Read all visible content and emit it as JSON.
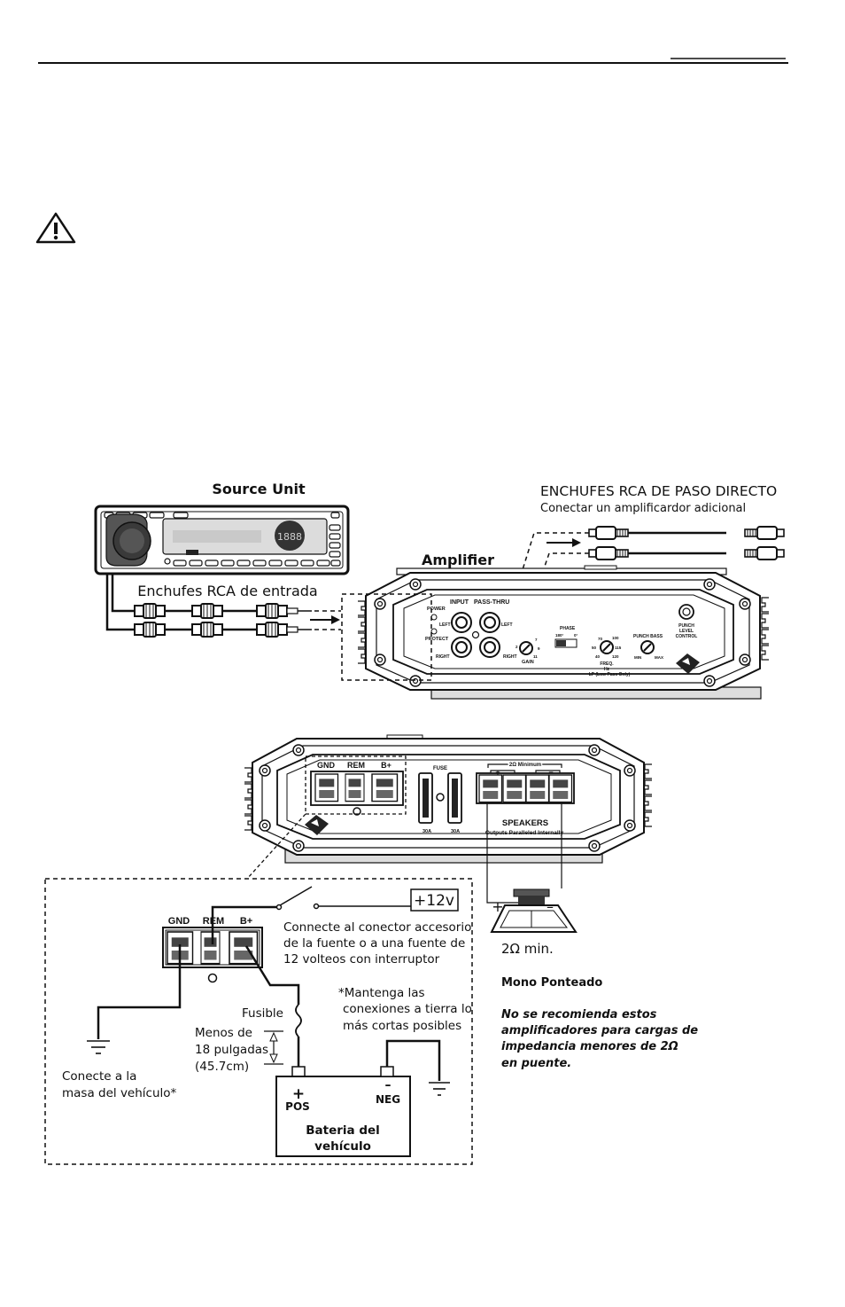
{
  "source_unit": {
    "title": "Source Unit",
    "display_digits": "1888",
    "input_jacks_label": "Enchufes RCA de entrada"
  },
  "pass_thru": {
    "title": "ENCHUFES RCA DE PASO DIRECTO",
    "subtitle": "Conectar un amplificardor adicional"
  },
  "amplifier_front": {
    "title": "Amplifier",
    "power_label": "POWER",
    "protect_label": "PROTECT",
    "input_label": "INPUT",
    "pass_thru_label": "PASS-THRU",
    "left_label": "LEFT",
    "right_label": "RIGHT",
    "left2_label": "LEFT",
    "right2_label": "RIGHT",
    "gain_label": "GAIN",
    "gain_ticks": [
      "2",
      "7",
      "9",
      "11"
    ],
    "phase_label": "PHASE",
    "phase_180": "180°",
    "phase_0": "0°",
    "freq_ticks": [
      "70",
      "100",
      "50",
      "115",
      "40",
      "120"
    ],
    "freq_label_1": "FREQ.",
    "freq_label_2": "Hz",
    "freq_label_3": "LP (Low Pass Only)",
    "punch_bass_label": "PUNCH BASS",
    "punch_min": "MIN",
    "punch_max": "MAX",
    "plc_1": "PUNCH",
    "plc_2": "LEVEL",
    "plc_3": "CONTROL"
  },
  "amplifier_rear": {
    "gnd": "GND",
    "rem": "REM",
    "bplus": "B+",
    "fuse": "FUSE",
    "fuse_rating_1": "30A",
    "fuse_rating_2": "30A",
    "min_label": "2Ω Minimum",
    "plus": "+",
    "minus": "−",
    "speakers": "SPEAKERS",
    "outputs_note": "Outputs Paralleled Internally"
  },
  "wiring": {
    "gnd": "GND",
    "rem": "REM",
    "bplus": "B+",
    "plus_12v": "+12v",
    "accessory_note_1": "Connecte al conector accesorio",
    "accessory_note_2": "de la fuente o a una fuente de",
    "accessory_note_3": "12 volteos con interruptor",
    "ground_note_1": "*Mantenga las",
    "ground_note_2": "conexiones a tierra lo",
    "ground_note_3": "más cortas posibles",
    "fuse_label": "Fusible",
    "distance_1": "Menos de",
    "distance_2": "18 pulgadas",
    "distance_3": "(45.7cm)",
    "chassis_1": "Conecte a la",
    "chassis_2": "masa del vehículo*",
    "pos_symbol": "+",
    "pos": "POS",
    "neg_symbol": "–",
    "neg": "NEG",
    "battery_1": "Bateria del",
    "battery_2": "vehículo"
  },
  "speaker": {
    "plus": "+",
    "minus": "–",
    "impedance": "2Ω min.",
    "mode": "Mono Ponteado",
    "warning_1": "No se recomienda estos",
    "warning_2": "amplificadores para cargas de",
    "warning_3": "impedancia menores de 2Ω",
    "warning_4": "en puente."
  },
  "icons": [
    "warning-triangle-icon",
    "brand-logo-icon"
  ]
}
